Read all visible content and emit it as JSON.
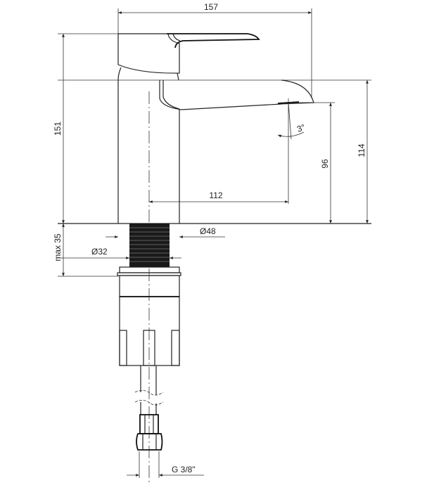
{
  "title": "Faucet technical drawing",
  "dimensions": {
    "total_length": "157",
    "total_height": "151",
    "spout_height": "114",
    "outlet_height": "96",
    "spout_reach": "112",
    "base_diameter": "Ø48",
    "thread_diameter": "Ø32",
    "max_counter_thickness": "max 35",
    "outlet_angle": "3°",
    "connection_thread": "G 3/8\""
  },
  "colors": {
    "line": "#222222",
    "thread_fill": "#1a1a1a",
    "background": "#ffffff"
  }
}
